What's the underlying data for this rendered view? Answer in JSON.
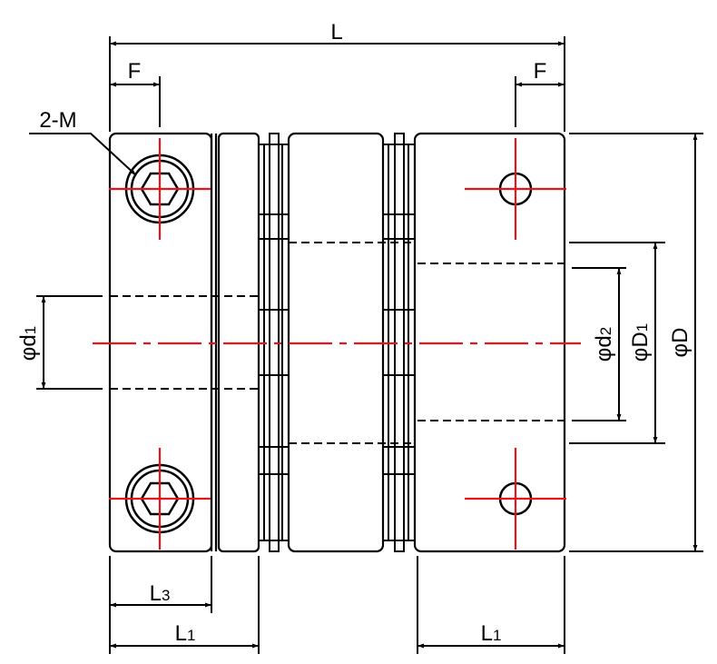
{
  "labels": {
    "L": "L",
    "F_left": "F",
    "F_right": "F",
    "M": "2-M",
    "d1_phi": "φ",
    "d1_main": "d",
    "d1_sub": "1",
    "d2_phi": "φ",
    "d2_main": "d",
    "d2_sub": "2",
    "D1_phi": "φ",
    "D1_main": "D",
    "D1_sub": "1",
    "D_phi": "φ",
    "D_main": "D",
    "L3_main": "L",
    "L3_sub": "3",
    "L1_left_main": "L",
    "L1_left_sub": "1",
    "L1_right_main": "L",
    "L1_right_sub": "1"
  },
  "colors": {
    "outline": "#000000",
    "centerline": "#e8141b",
    "background": "#ffffff"
  }
}
